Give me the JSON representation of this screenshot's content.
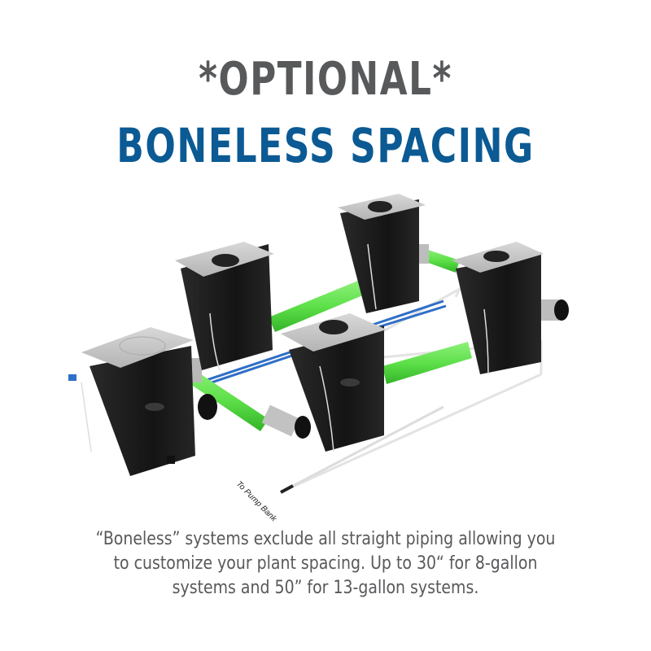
{
  "heading": {
    "line1": "*OPTIONAL*",
    "line2": "BONELESS SPACING"
  },
  "illustration": {
    "subject": "hydroponic bucket system with 5 black buckets, grey lids, green pipes, blue tubing",
    "pump_label": "To Pump Bank",
    "bucket_count": 5,
    "colors": {
      "bucket": "#1a1a1a",
      "lid": "#c9c9c9",
      "pipe_green": "#5ee04a",
      "tube_blue": "#2f6fc7",
      "frame": "#e8e8e8"
    }
  },
  "caption": {
    "text": "“Boneless” systems exclude all straight piping allowing you to customize your plant spacing. Up to 30“ for 8-gallon systems and 50” for 13-gallon systems."
  },
  "colors": {
    "heading_gray": "#58595b",
    "heading_blue": "#0b5a94",
    "caption_gray": "#58595b"
  }
}
